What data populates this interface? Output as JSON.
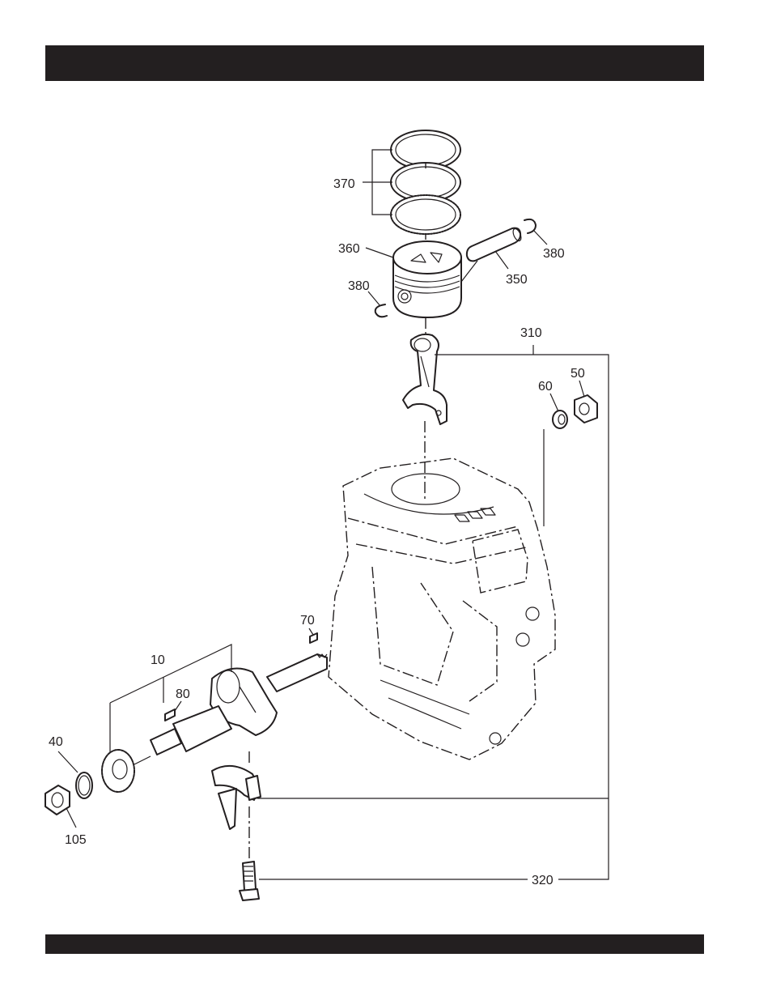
{
  "labels": {
    "p370": "370",
    "p360": "360",
    "p380a": "380",
    "p380b": "380",
    "p350": "350",
    "p310": "310",
    "p60": "60",
    "p50": "50",
    "p70": "70",
    "p10": "10",
    "p80": "80",
    "p40": "40",
    "p105": "105",
    "p320": "320"
  }
}
